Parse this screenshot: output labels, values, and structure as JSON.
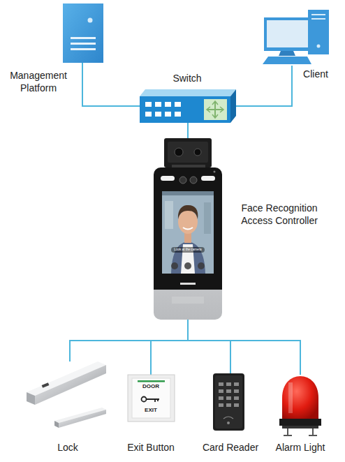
{
  "diagram": {
    "nodes": [
      {
        "text": [
          "Management Platform"
        ]
      },
      {
        "text": [
          "Switch"
        ]
      },
      {
        "text": [
          "Client"
        ]
      },
      {
        "text": [
          "Face Recognition Access Controller"
        ]
      },
      {
        "text": [
          "Lock"
        ]
      },
      {
        "text": [
          "Exit Button"
        ]
      },
      {
        "text": [
          "Card Reader"
        ]
      },
      {
        "text": [
          "Alarm Light"
        ]
      }
    ],
    "edges": [
      {
        "from": 0,
        "to": 1,
        "arrow": "none"
      },
      {
        "from": 2,
        "to": 1,
        "arrow": "none"
      },
      {
        "from": 1,
        "to": 3,
        "arrow": "none"
      },
      {
        "from": 3,
        "to": 4,
        "arrow": "none"
      },
      {
        "from": 3,
        "to": 5,
        "arrow": "none"
      },
      {
        "from": 3,
        "to": 6,
        "arrow": "none"
      },
      {
        "from": 3,
        "to": 7,
        "arrow": "none"
      }
    ],
    "labels": [
      "Look at the camera",
      "DOOR",
      "EXIT"
    ]
  }
}
